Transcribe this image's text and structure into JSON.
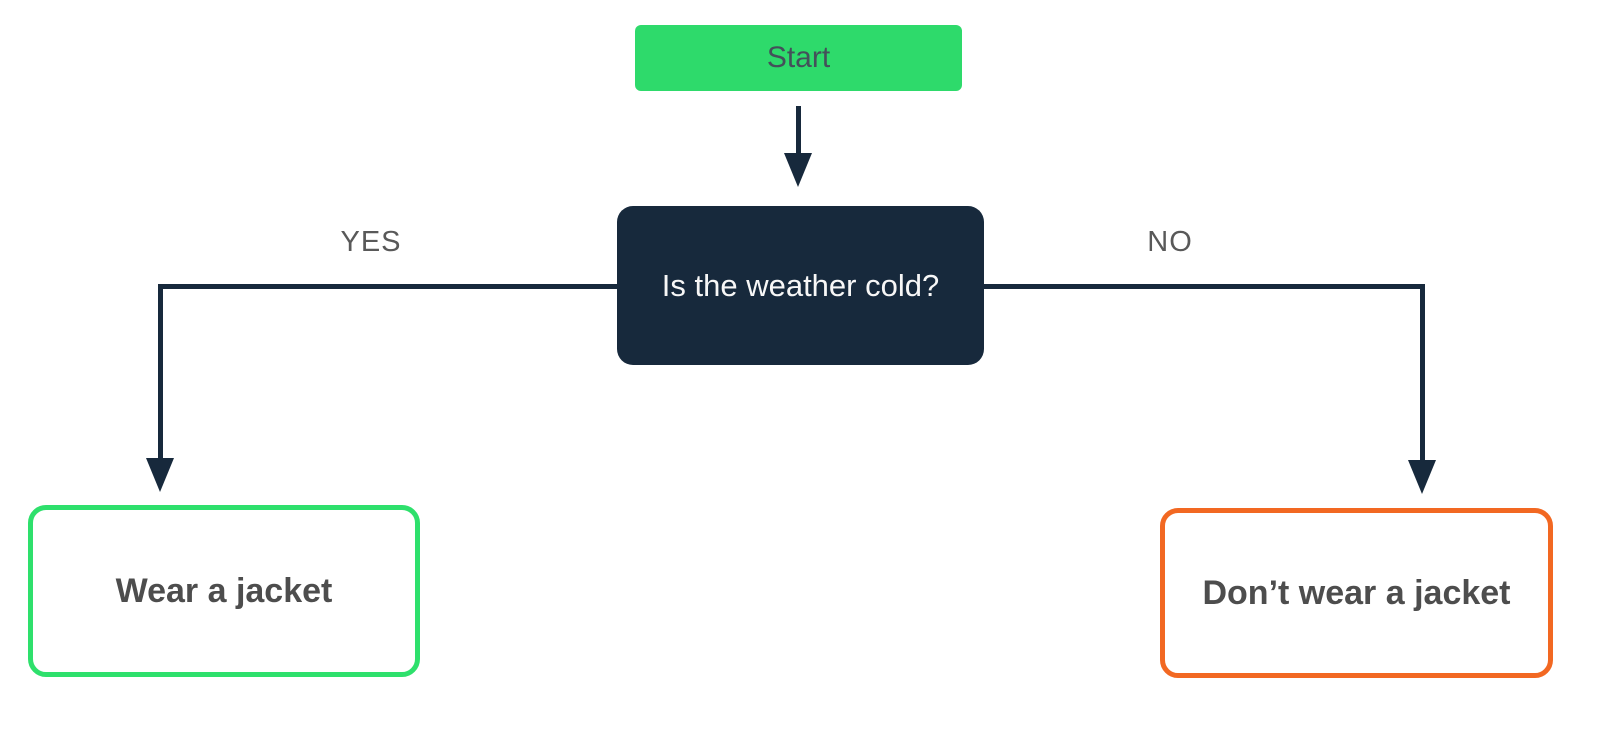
{
  "diagram": {
    "type": "flowchart",
    "background": "#ffffff",
    "colors": {
      "start_fill": "#2EDA6B",
      "decision_fill": "#17293C",
      "yes_result_border": "#2EE06C",
      "no_result_border": "#F26822",
      "connector": "#17293C",
      "edge_label_text": "#595959",
      "result_text": "#4D4D4D",
      "decision_text": "#F7F7F7",
      "start_text": "#44505A"
    },
    "nodes": [
      {
        "id": "start",
        "type": "start",
        "label": "Start"
      },
      {
        "id": "decision",
        "type": "decision",
        "label": "Is the weather cold?"
      },
      {
        "id": "yes-result",
        "type": "result",
        "label": "Wear a jacket"
      },
      {
        "id": "no-result",
        "type": "result",
        "label": "Don’t wear a jacket"
      }
    ],
    "edges": [
      {
        "from": "start",
        "to": "decision",
        "label": ""
      },
      {
        "from": "decision",
        "to": "yes-result",
        "label": "YES"
      },
      {
        "from": "decision",
        "to": "no-result",
        "label": "NO"
      }
    ]
  }
}
